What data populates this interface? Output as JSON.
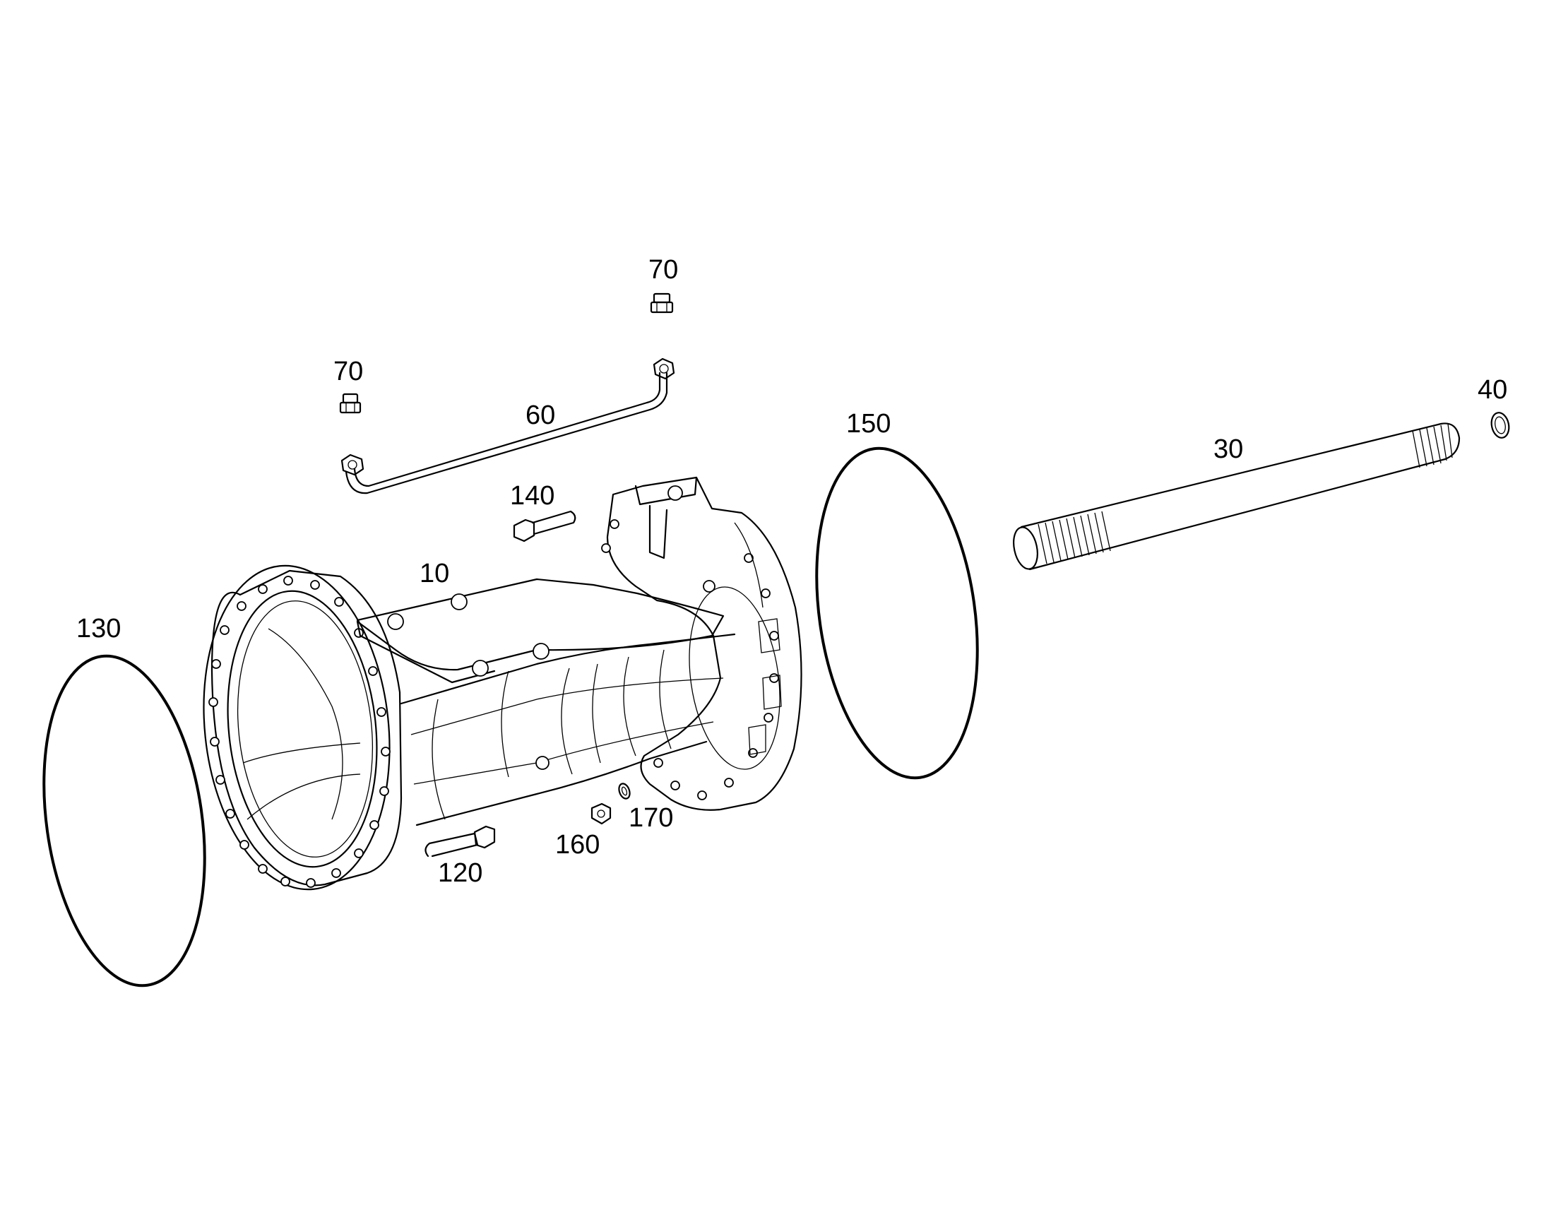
{
  "diagram": {
    "callouts": [
      {
        "id": "70-top",
        "text": "70"
      },
      {
        "id": "70-left",
        "text": "70"
      },
      {
        "id": "60",
        "text": "60"
      },
      {
        "id": "140",
        "text": "140"
      },
      {
        "id": "10",
        "text": "10"
      },
      {
        "id": "130",
        "text": "130"
      },
      {
        "id": "150",
        "text": "150"
      },
      {
        "id": "30",
        "text": "30"
      },
      {
        "id": "40",
        "text": "40"
      },
      {
        "id": "120",
        "text": "120"
      },
      {
        "id": "160",
        "text": "160"
      },
      {
        "id": "170",
        "text": "170"
      }
    ]
  }
}
